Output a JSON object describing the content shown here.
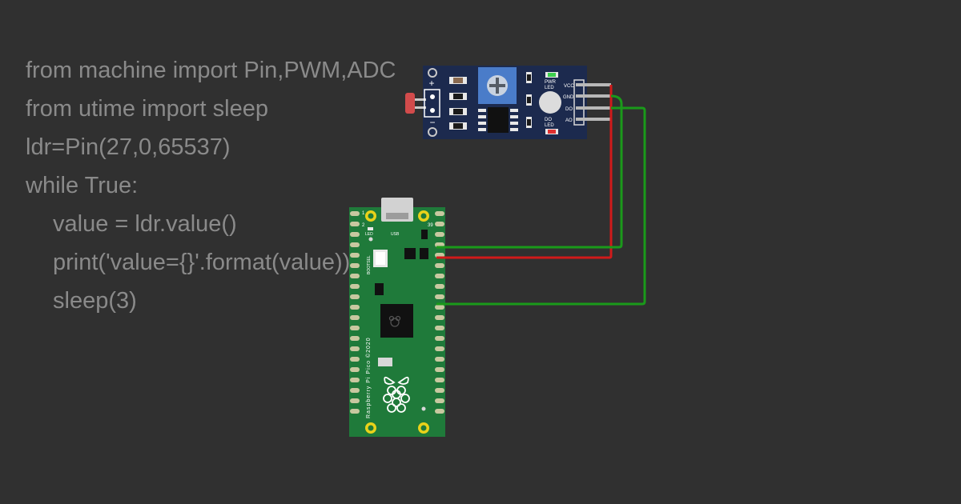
{
  "code_lines": [
    {
      "text": "from machine import Pin,PWM,ADC",
      "indent": 0
    },
    {
      "text": "from utime import sleep",
      "indent": 0
    },
    {
      "text": "ldr=Pin(27,0,65537)",
      "indent": 0
    },
    {
      "text": "while True:",
      "indent": 0
    },
    {
      "text": "value = ldr.value()",
      "indent": 1
    },
    {
      "text": "print('value={}'.format(value))",
      "indent": 1
    },
    {
      "text": "sleep(3)",
      "indent": 1
    }
  ],
  "sensor_module": {
    "pin_labels": [
      "VCC",
      "GND",
      "DO",
      "AO"
    ],
    "pwr_led_label": [
      "PWR",
      "LED"
    ],
    "do_led_label": [
      "DO",
      "LED"
    ],
    "plus_sign": "+",
    "minus_sign": "−"
  },
  "pico_board": {
    "led_label": "LED",
    "usb_label": "USB",
    "pin_1_label": "1",
    "pin_2_label": "2",
    "pin_39_label": "39",
    "bootsel_label": "BOOTSEL",
    "board_name": "Raspberry Pi Pico ©2020"
  },
  "colors": {
    "background": "#303030",
    "code_text": "#8a8a8a",
    "pcb_blue": "#1c2a4e",
    "pcb_green": "#1f7a3a",
    "wire_vcc": "#d11a1a",
    "wire_signal": "#1a9a1a"
  }
}
